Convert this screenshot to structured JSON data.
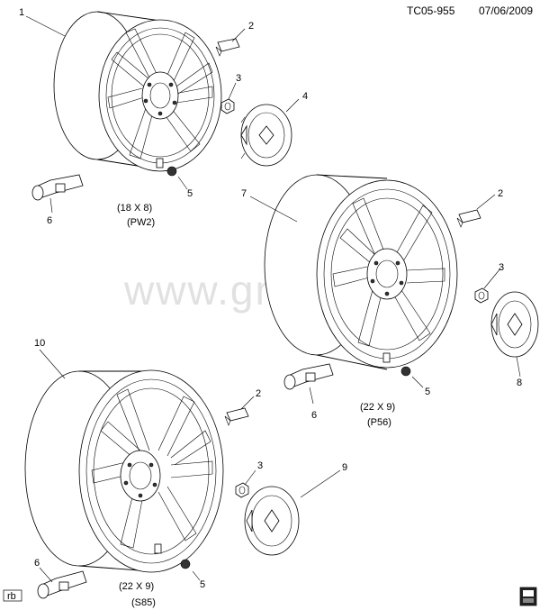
{
  "header": {
    "code": "TC05-955",
    "date": "07/06/2009"
  },
  "watermark": "www.gmsk2.ru",
  "wheels": [
    {
      "callout": "1",
      "size": "(18 X 8)",
      "code": "(PW2)"
    },
    {
      "callout": "7",
      "size": "(22 X 9)",
      "code": "(P56)"
    },
    {
      "callout": "10",
      "size": "(22 X 9)",
      "code": "(S85)"
    }
  ],
  "callouts": {
    "w1": [
      "2",
      "3",
      "4",
      "5",
      "6"
    ],
    "w2": [
      "2",
      "3",
      "8",
      "5",
      "6"
    ],
    "w3": [
      "2",
      "3",
      "9",
      "5",
      "6"
    ]
  },
  "footer": {
    "tag": "rb"
  }
}
